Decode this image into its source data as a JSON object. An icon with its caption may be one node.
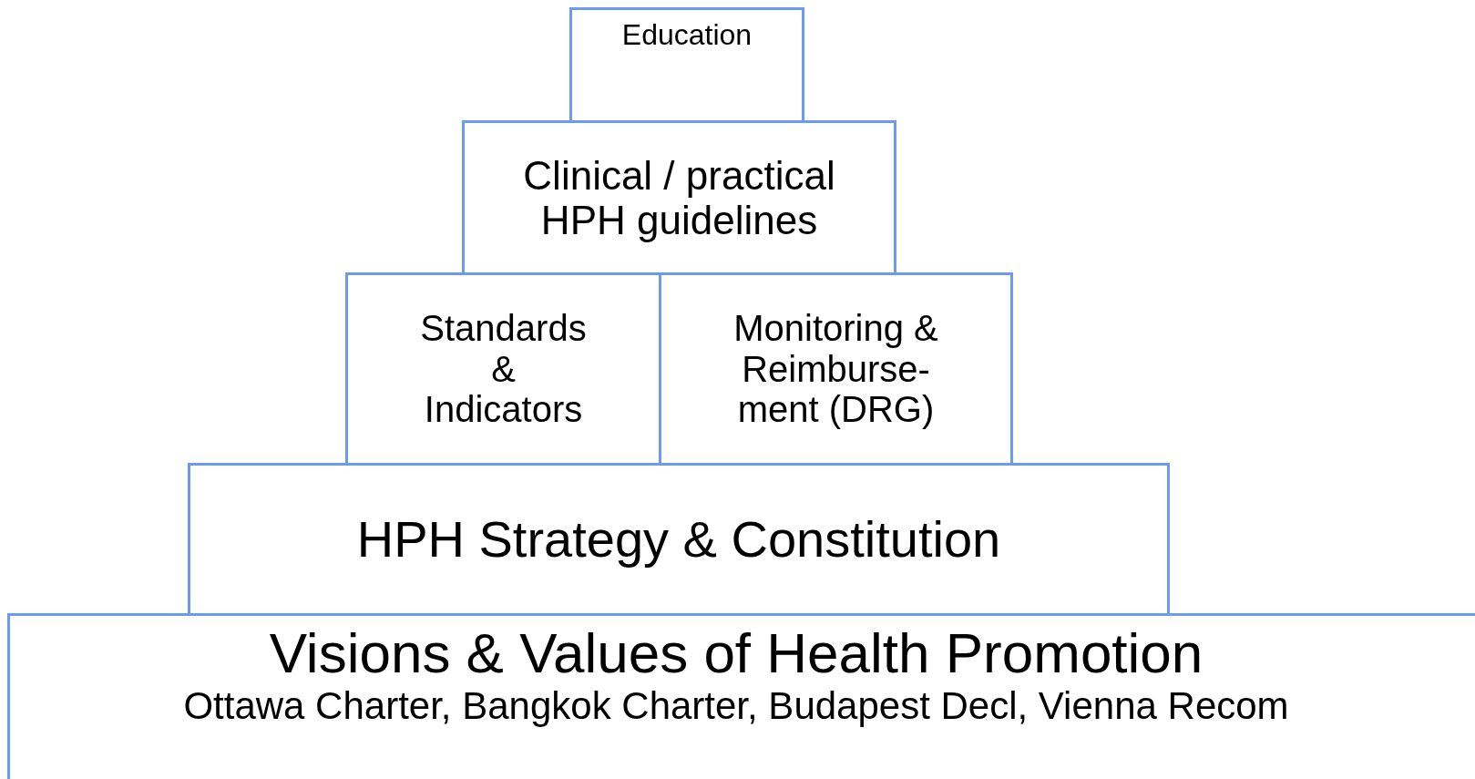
{
  "diagram": {
    "nodes": [
      {
        "text": [
          "Education"
        ]
      },
      {
        "text": [
          "Clinical / practical HPH guidelines"
        ]
      },
      {
        "text": [
          "Standards & Indicators"
        ]
      },
      {
        "text": [
          "Monitoring & Reimburse- ment (DRG)"
        ]
      },
      {
        "text": [
          "HPH Strategy & Constitution"
        ]
      },
      {
        "text": [
          "Visions & Values of Health Promotion",
          "Ottawa Charter, Bangkok Charter, Budapest Decl, Vienna Recom"
        ]
      }
    ]
  }
}
